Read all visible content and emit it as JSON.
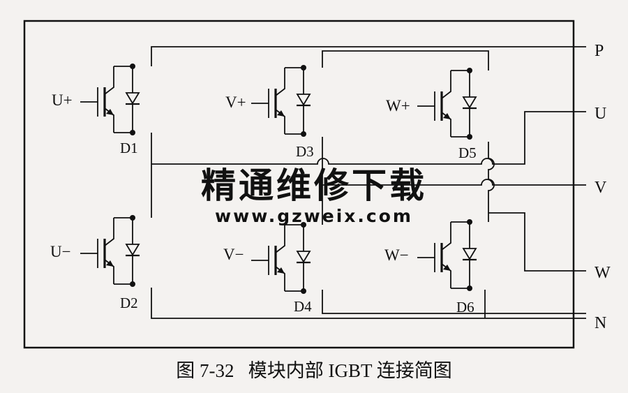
{
  "caption": "图 7-32   模块内部 IGBT 连接简图",
  "terminals": {
    "p": "P",
    "u": "U",
    "v": "V",
    "w": "W",
    "n": "N"
  },
  "gate_labels": {
    "u_plus": "U+",
    "v_plus": "V+",
    "w_plus": "W+",
    "u_minus": "U−",
    "v_minus": "V−",
    "w_minus": "W−"
  },
  "diode_labels": {
    "d1": "D1",
    "d2": "D2",
    "d3": "D3",
    "d4": "D4",
    "d5": "D5",
    "d6": "D6"
  },
  "watermark": {
    "title": "精通维修下载",
    "url": "www.gzweix.com",
    "color": "#f4b58c"
  },
  "colors": {
    "ink": "#111111",
    "background": "#f4f2f0"
  }
}
